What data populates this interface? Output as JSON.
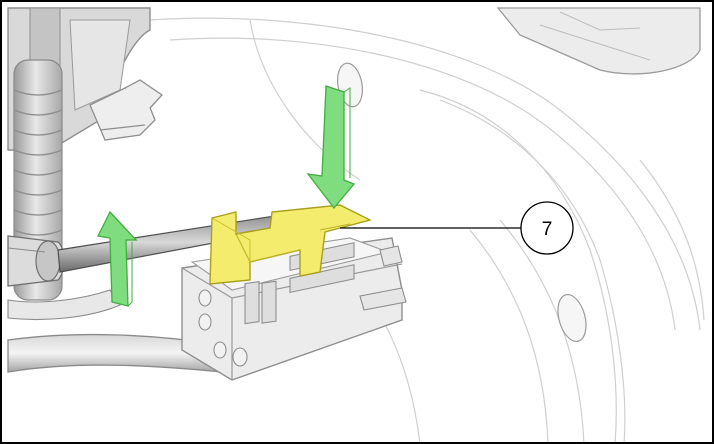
{
  "callouts": [
    {
      "label": "7"
    }
  ],
  "colors": {
    "frame": "#000000",
    "background": "#ffffff",
    "arrow_green": "#7fdc7f",
    "arrow_green_dark": "#3fae3f",
    "latch_yellow": "#f3ec6c",
    "latch_yellow_dark": "#c9bf2a",
    "connector_gray": "#e4e4e4",
    "part_outline": "#9a9a9a",
    "line_art_light": "#c8c8c8"
  },
  "icons": [
    "press-down-arrow",
    "lift-up-arrow",
    "screwdriver"
  ]
}
